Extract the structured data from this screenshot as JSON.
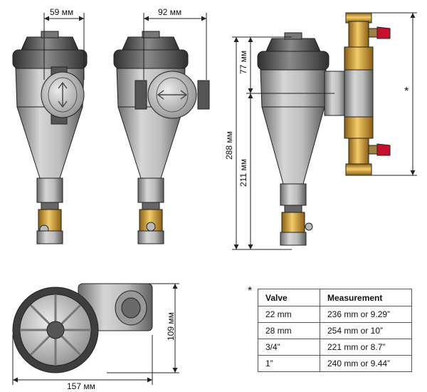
{
  "dimensions": {
    "front_width": "59 мм",
    "side_width": "92 мм",
    "total_height": "288 мм",
    "top_offset": "77 мм",
    "lower_height": "211 мм",
    "top_width": "157 мм",
    "top_height": "109 мм"
  },
  "table_note_marker": "*",
  "side_note_marker": "*",
  "table": {
    "headers": [
      "Valve",
      "Measurement"
    ],
    "rows": [
      [
        "22 mm",
        "236 mm or 9.29”"
      ],
      [
        "28 mm",
        "254 mm or 10”"
      ],
      [
        "3/4”",
        "221 mm or 8.7”"
      ],
      [
        "1”",
        "240 mm or 9.44”"
      ]
    ]
  },
  "colors": {
    "body_grey": "#a9a9a9",
    "cap_dark": "#4a4a4a",
    "brass": "#d8a63a",
    "valve_red": "#c8102e",
    "line": "#222222"
  }
}
